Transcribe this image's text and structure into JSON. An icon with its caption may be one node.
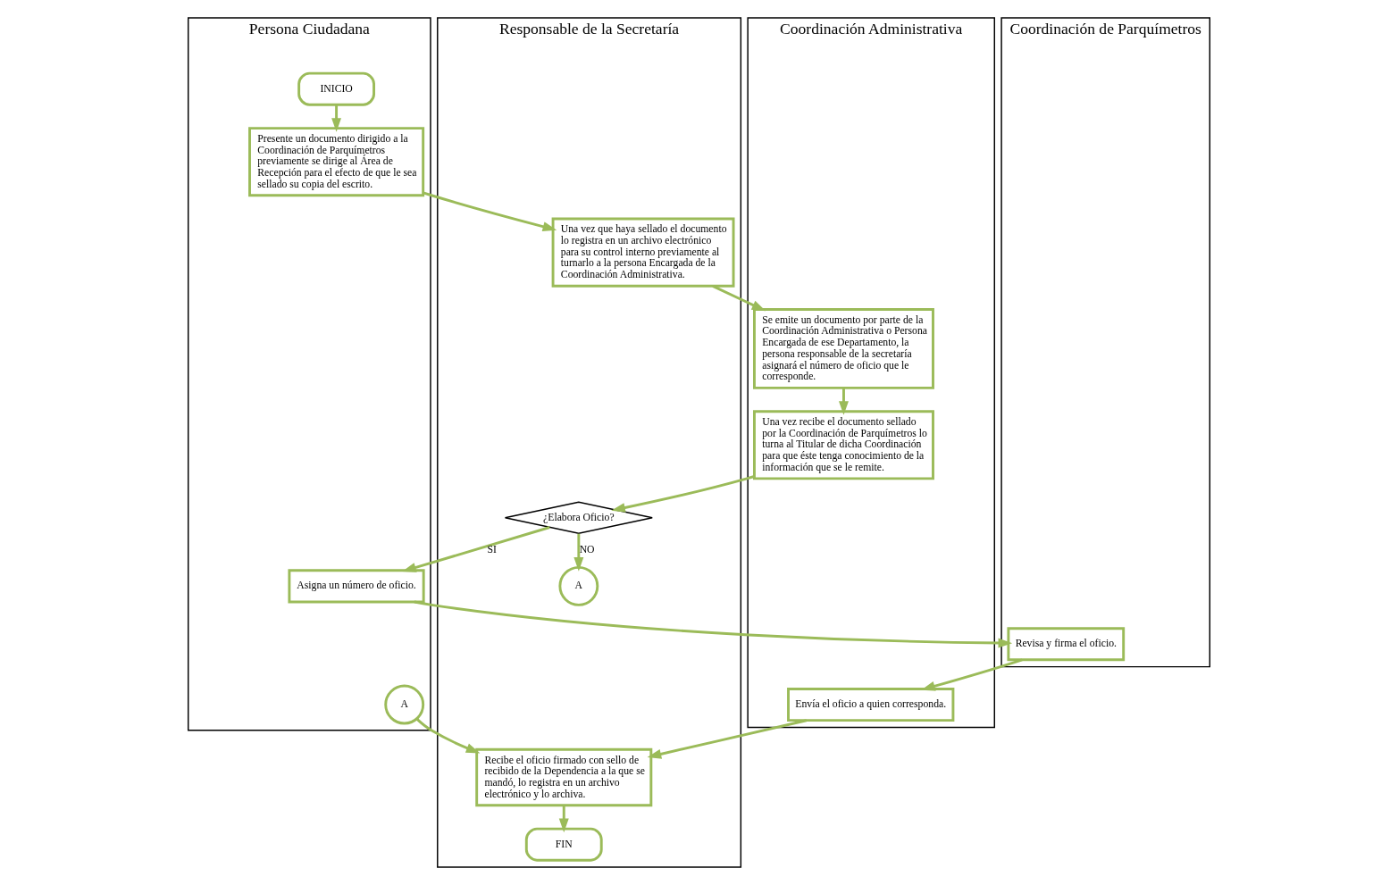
{
  "diagram": {
    "nodes": [
      {
        "text": [
          "Persona Ciudadana"
        ]
      },
      {
        "text": [
          "Responsable de la Secretaría"
        ]
      },
      {
        "text": [
          "Coordinación Administrativa"
        ]
      },
      {
        "text": [
          "Coordinación de Parquímetros"
        ]
      },
      {
        "text": [
          "INICIO"
        ],
        "in": 0
      },
      {
        "text": [
          "Presente un documento dirigido a la Coordinación de Parquímetros previamente se dirige al Área de Recepción para el efecto de que le sea sellado su copia del escrito."
        ],
        "in": 0
      },
      {
        "text": [
          "Una vez que haya sellado el documento lo registra en un archivo electrónico para su control interno previamente al turnarlo a la persona Encargada de la Coordinación Administrativa."
        ],
        "in": 1
      },
      {
        "text": [
          "Se emite un documento por parte de la Coordinación Administrativa o Persona Encargada de ese Departamento, la persona responsable de la secretaría asignará el número de oficio que le corresponde."
        ],
        "in": 2
      },
      {
        "text": [
          "Una vez recibe el documento sellado por la Coordinación de Parquímetros lo turna al Titular de dicha Coordinación para que éste tenga conocimiento de la información que se le remite."
        ],
        "in": 2
      },
      {
        "text": [
          "¿Elabora Oficio?"
        ],
        "in": 1
      },
      {
        "text": [
          "Asigna un número de oficio."
        ],
        "in": 0
      },
      {
        "text": [
          "A"
        ],
        "in": 1
      },
      {
        "text": [
          "Revisa y firma el oficio."
        ],
        "in": 3
      },
      {
        "text": [
          "A"
        ],
        "in": 0
      },
      {
        "text": [
          "Recibe el oficio firmado con sello de recibido de la Dependencia a la que se mandó, lo registra en un archivo electrónico y lo archiva."
        ],
        "in": 1
      },
      {
        "text": [
          "Envía el oficio a quien corresponda."
        ],
        "in": 2
      },
      {
        "text": [
          "FIN"
        ],
        "in": 1
      }
    ],
    "edges": [
      {
        "from": 4,
        "to": 5,
        "arrow": "to"
      },
      {
        "from": 5,
        "to": 6,
        "arrow": "to"
      },
      {
        "from": 6,
        "to": 7,
        "arrow": "to"
      },
      {
        "from": 7,
        "to": 8,
        "arrow": "to"
      },
      {
        "from": 8,
        "to": 9,
        "arrow": "to"
      },
      {
        "from": 9,
        "to": 10,
        "arrow": "to",
        "label": "SI"
      },
      {
        "from": 9,
        "to": 11,
        "arrow": "to",
        "label": "NO"
      },
      {
        "from": 10,
        "to": 12,
        "arrow": "to"
      },
      {
        "from": 12,
        "to": 15,
        "arrow": "to"
      },
      {
        "from": 15,
        "to": 14,
        "arrow": "to"
      },
      {
        "from": 13,
        "to": 14,
        "arrow": "to"
      },
      {
        "from": 14,
        "to": 16,
        "arrow": "to"
      }
    ]
  }
}
